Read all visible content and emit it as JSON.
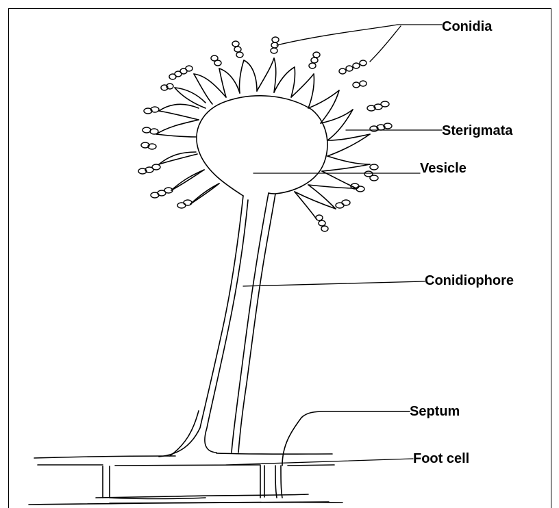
{
  "labels": {
    "conidia": "Conidia",
    "sterigmata": "Sterigmata",
    "vesicle": "Vesicle",
    "conidiophore": "Conidiophore",
    "septum": "Septum",
    "foot_cell": "Foot cell"
  },
  "colors": {
    "line": "#000000",
    "background": "#ffffff"
  }
}
